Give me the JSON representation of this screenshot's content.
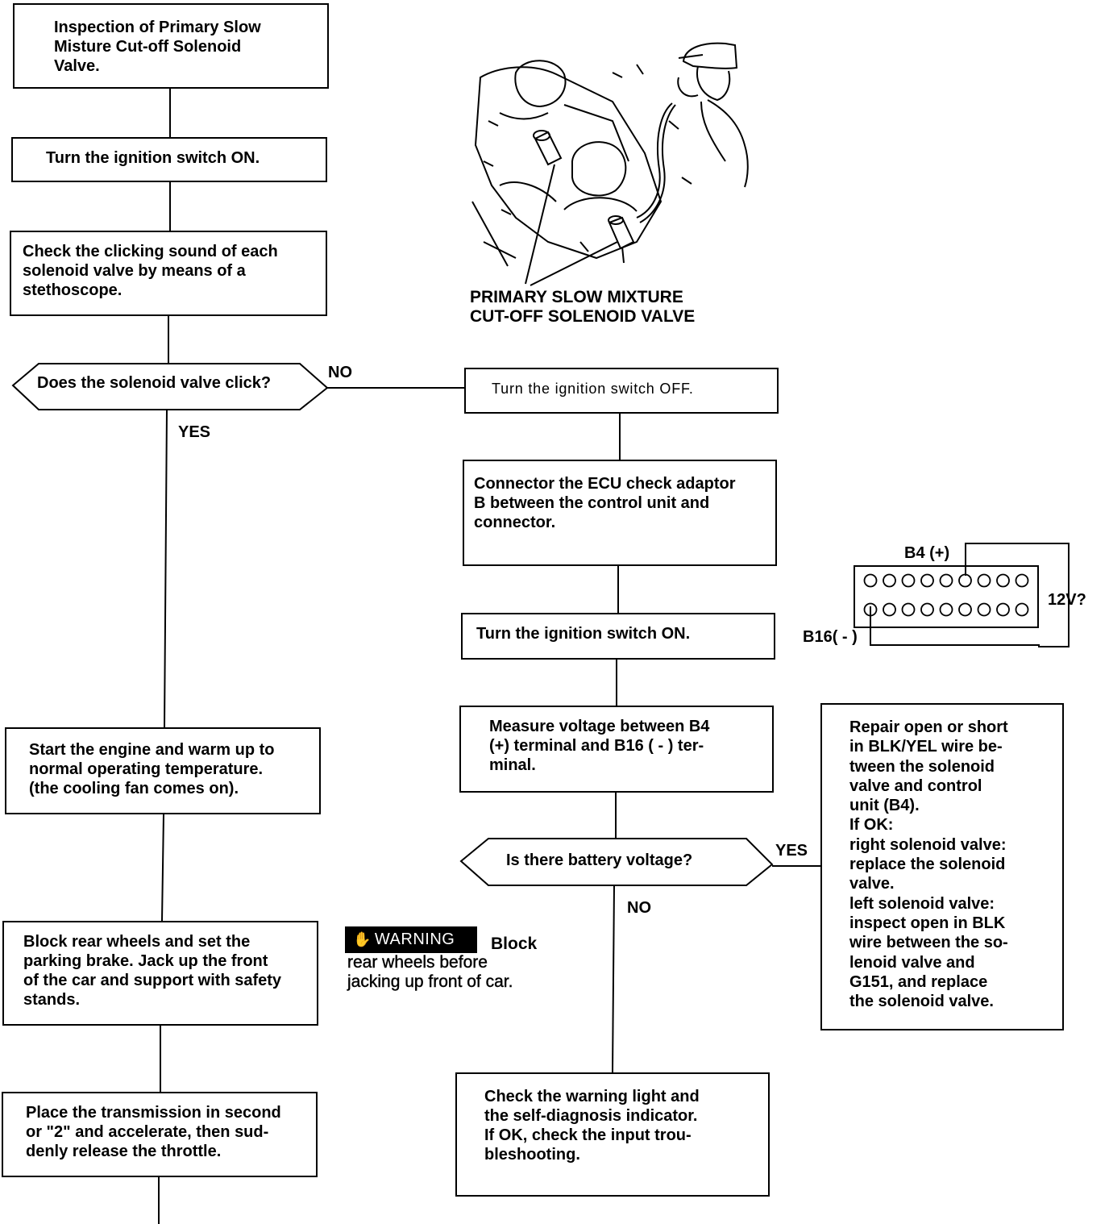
{
  "title_box": "Inspection of Primary Slow\nMisture Cut-off Solenoid\nValve.",
  "left_flow": {
    "ignition_on": "Turn the ignition switch ON.",
    "check_clicking": "Check the clicking sound of each\nsolenoid valve by means of a\nstethoscope.",
    "question_click": "Does the solenoid valve click?",
    "yes_label": "YES",
    "no_label": "NO",
    "start_engine": "Start the engine and warm up to\nnormal  operating  temperature.\n(the cooling fan comes on).",
    "block_wheels": "Block rear wheels  and set  the\nparking brake. Jack up the front\nof the car and support with safety\nstands.",
    "transmission": "Place the transmission in second\nor \"2\" and accelerate, then sud-\ndenly release the throttle."
  },
  "illustration": {
    "caption": "PRIMARY SLOW MIXTURE\nCUT-OFF SOLENOID VALVE",
    "icon": "engine-bay-stethoscope-illustration"
  },
  "right_flow": {
    "ignition_off": "Turn the ignition switch OFF.",
    "connect_adaptor": "Connector the ECU check adaptor\nB between the  control unit and\nconnector.",
    "ignition_on": "Turn the ignition switch ON.",
    "measure_voltage": "Measure voltage between B4\n(+) terminal and B16 ( - ) ter-\nminal.",
    "question_voltage": "Is there battery voltage?",
    "yes_label": "YES",
    "no_label": "NO",
    "repair_box": "Repair open or short\nin BLK/YEL wire be-\ntween   the solenoid\nvalve  and   control\nunit (B4).\nIf OK:\nright solenoid valve:\nreplace the solenoid\nvalve.\nleft solenoid valve:\ninspect open in BLK\nwire between the so-\nlenoid    valve   and\nG151,  and  replace\nthe solenoid valve.",
    "check_warning": "Check the warning light and\nthe self-diagnosis indicator.\nIf OK, check the input trou-\nbleshooting."
  },
  "connector": {
    "b4_label": "B4 (+)",
    "b16_label": "B16( - )",
    "voltage_label": "12V?",
    "pins_per_row": 9
  },
  "warning": {
    "badge": "WARNING",
    "icon": "hand-warning-icon",
    "text_first": "Block",
    "text_rest": "rear wheels before\njacking up front of car."
  }
}
